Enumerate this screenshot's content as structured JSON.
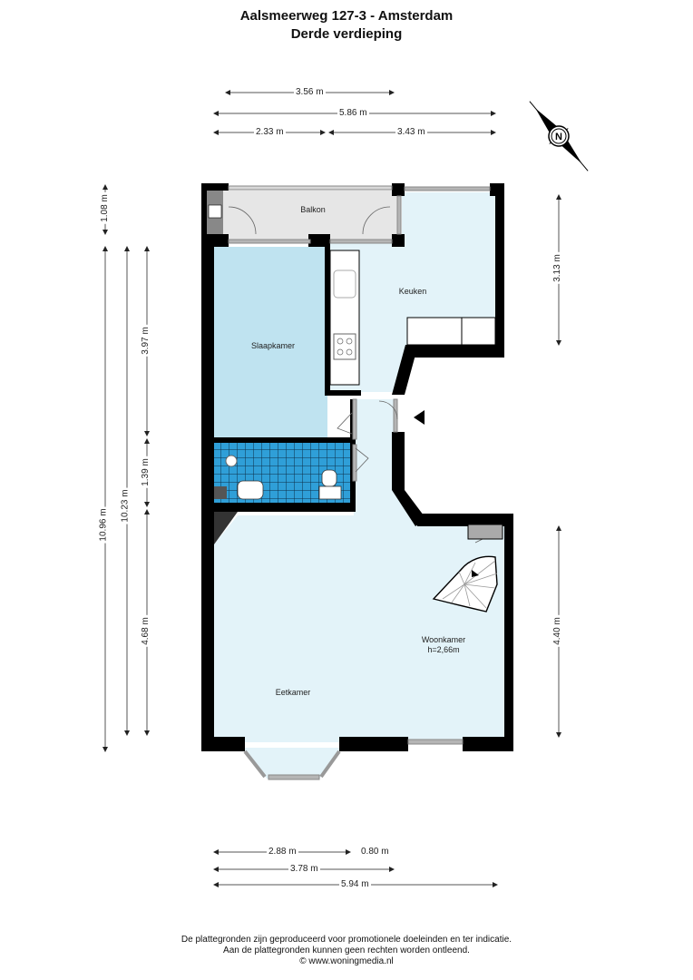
{
  "header": {
    "title": "Aalsmeerweg 127-3 - Amsterdam",
    "subtitle": "Derde verdieping"
  },
  "dimensions": {
    "top": [
      {
        "label": "3.56 m"
      },
      {
        "label": "5.86 m"
      },
      {
        "label": "2.33 m"
      },
      {
        "label": "3.43 m"
      }
    ],
    "left": [
      {
        "label": "1.08 m"
      },
      {
        "label": "10.96 m"
      },
      {
        "label": "10.23 m"
      },
      {
        "label": "3.97 m"
      },
      {
        "label": "1.39 m"
      },
      {
        "label": "4.68 m"
      }
    ],
    "right": [
      {
        "label": "3.13 m"
      },
      {
        "label": "4.40 m"
      }
    ],
    "bottom": [
      {
        "label": "2.88 m"
      },
      {
        "label": "0.80 m"
      },
      {
        "label": "3.78 m"
      },
      {
        "label": "5.94 m"
      }
    ]
  },
  "rooms": {
    "balkon": "Balkon",
    "keuken": "Keuken",
    "slaapkamer": "Slaapkamer",
    "woonkamer": "Woonkamer",
    "woonkamer_height": "h=2,66m",
    "eetkamer": "Eetkamer"
  },
  "compass": {
    "label": "N",
    "icon": "north-arrow-icon"
  },
  "colors": {
    "wall": "#000000",
    "room_fill": "#e3f3f9",
    "bedroom_fill": "#bfe3f0",
    "balcony_fill": "#e6e6e6",
    "bathroom_tile": "#2f9fd8",
    "window": "#b5b5b5"
  },
  "footer": {
    "line1": "De plattegronden zijn geproduceerd voor promotionele doeleinden en ter indicatie.",
    "line2": "Aan de plattegronden kunnen geen rechten worden ontleend.",
    "line3": "© www.woningmedia.nl"
  }
}
